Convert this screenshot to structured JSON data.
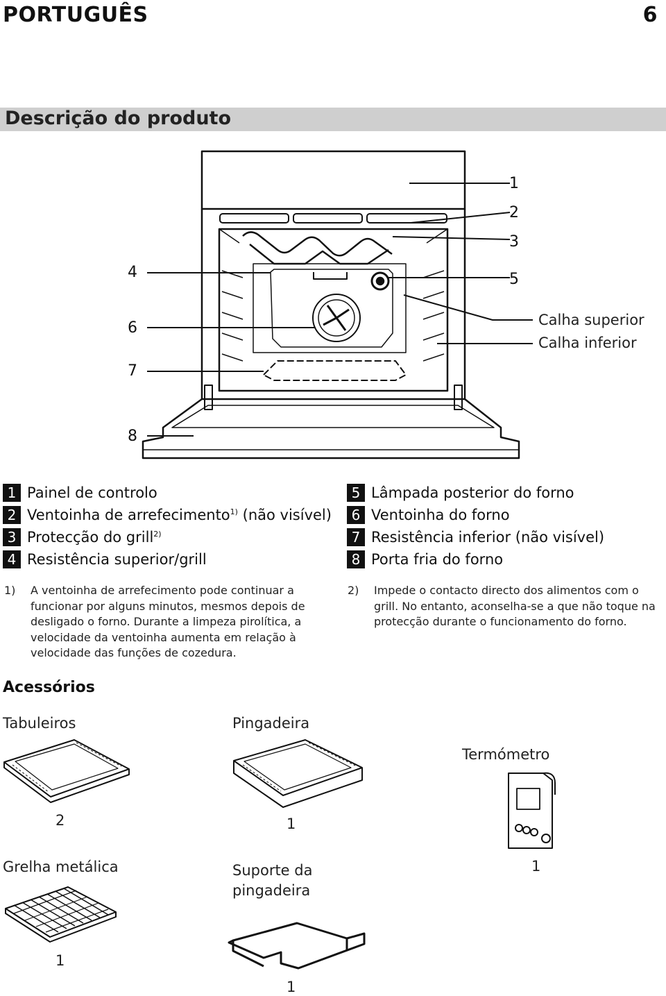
{
  "header": {
    "language": "PORTUGUÊS",
    "page_number": "6"
  },
  "section_title": "Descrição do produto",
  "diagram_callouts": {
    "n1": "1",
    "n2": "2",
    "n3": "3",
    "n4": "4",
    "n5": "5",
    "n6": "6",
    "n7": "7",
    "n8": "8",
    "calha_superior": "Calha superior",
    "calha_inferior": "Calha inferior"
  },
  "parts_left": [
    {
      "num": "1",
      "label": "Painel de controlo",
      "sup": "",
      "suffix": ""
    },
    {
      "num": "2",
      "label": "Ventoinha de arrefecimento",
      "sup": "1)",
      "suffix": " (não visível)"
    },
    {
      "num": "3",
      "label": "Protecção do grill",
      "sup": "2)",
      "suffix": ""
    },
    {
      "num": "4",
      "label": "Resistência superior/grill",
      "sup": "",
      "suffix": ""
    }
  ],
  "parts_right": [
    {
      "num": "5",
      "label": "Lâmpada posterior do forno"
    },
    {
      "num": "6",
      "label": "Ventoinha do forno"
    },
    {
      "num": "7",
      "label": "Resistência inferior (não visível)"
    },
    {
      "num": "8",
      "label": "Porta fria do forno"
    }
  ],
  "footnotes": [
    {
      "num": "1)",
      "text": "A ventoinha de arrefecimento pode continuar a funcionar por alguns minutos, mesmos depois de desligado o forno. Durante a limpeza pirolítica, a velocidade da ventoinha aumenta em relação à velocidade das funções de cozedura."
    },
    {
      "num": "2)",
      "text": "Impede o contacto directo dos alimentos com o grill. No entanto, aconselha-se a que não toque na protecção durante o funcionamento do forno."
    }
  ],
  "accessories": {
    "title": "Acessórios",
    "items": [
      {
        "label": "Tabuleiros",
        "qty": "2"
      },
      {
        "label": "Pingadeira",
        "qty": "1"
      },
      {
        "label": "Termómetro",
        "qty": "1"
      },
      {
        "label": "Grelha metálica",
        "qty": "1"
      },
      {
        "label": "Suporte da pingadeira",
        "qty": "1"
      }
    ]
  }
}
